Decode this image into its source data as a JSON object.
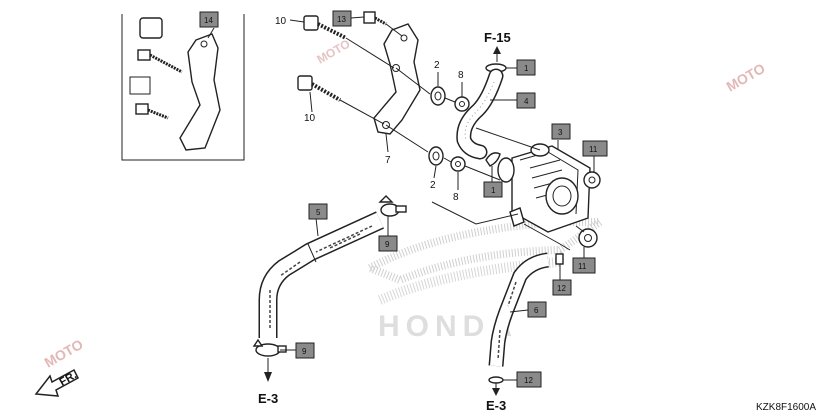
{
  "diagram_code": "KZK8F1600A",
  "brand_watermark": "HONDA",
  "site_watermark": "MOTO",
  "direction_marker": "FR.",
  "references": {
    "top": "F-15",
    "bottom_left": "E-3",
    "bottom_right": "E-3"
  },
  "callouts": {
    "c1a": "1",
    "c1b": "1",
    "c2a": "2",
    "c2b": "2",
    "c3": "3",
    "c4": "4",
    "c5": "5",
    "c6": "6",
    "c7": "7",
    "c8a": "8",
    "c8b": "8",
    "c9a": "9",
    "c9b": "9",
    "c10a": "10",
    "c10b": "10",
    "c11a": "11",
    "c11b": "11",
    "c12a": "12",
    "c12b": "12",
    "c13": "13",
    "c14": "14"
  },
  "colors": {
    "line": "#222222",
    "box_fill": "#8a8a8a",
    "dots": "#cccccc",
    "watermark": "#e6e6e6"
  }
}
